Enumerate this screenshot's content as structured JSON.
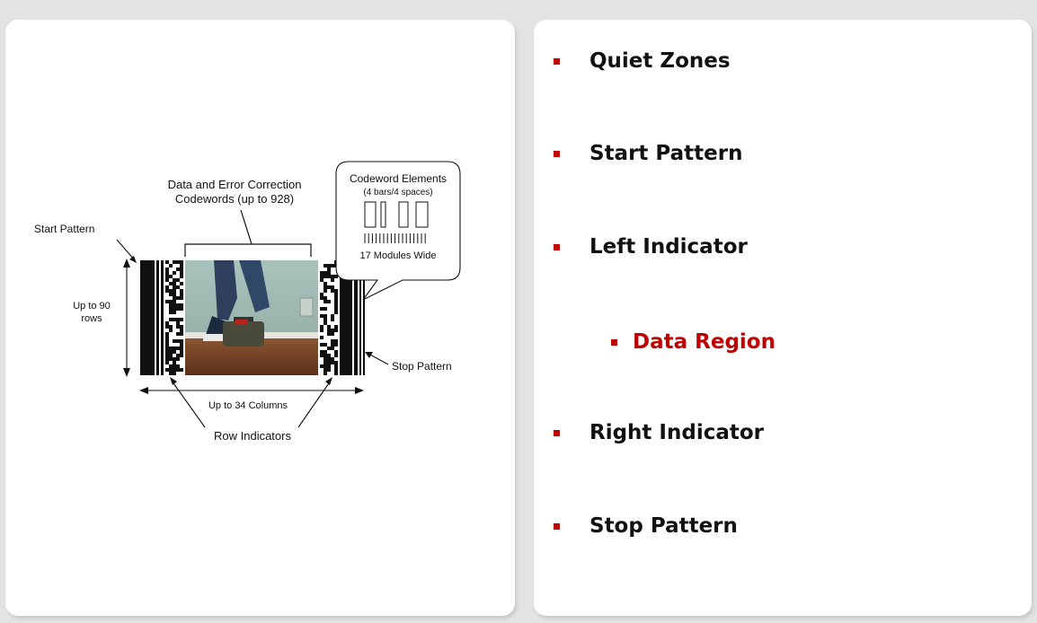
{
  "diagram": {
    "labels": {
      "data_codewords_line1": "Data and Error Correction",
      "data_codewords_line2": "Codewords (up to 928)",
      "start_pattern": "Start Pattern",
      "rows_line1": "Up to 90",
      "rows_line2": "rows",
      "columns": "Up to 34 Columns",
      "row_indicators": "Row Indicators",
      "stop_pattern": "Stop Pattern"
    },
    "callout": {
      "title": "Codeword Elements",
      "subtitle": "(4 bars/4 spaces)",
      "caption": "17 Modules Wide"
    },
    "colors": {
      "ink": "#111111",
      "photo_wall": "#9bb7b0",
      "photo_floor": "#6b3d22"
    }
  },
  "bullets": [
    {
      "label": "Quiet Zones",
      "level": 1
    },
    {
      "label": "Start Pattern",
      "level": 1
    },
    {
      "label": "Left Indicator",
      "level": 1
    },
    {
      "label": "Data Region",
      "level": 2
    },
    {
      "label": "Right Indicator",
      "level": 1
    },
    {
      "label": "Stop Pattern",
      "level": 1
    }
  ],
  "colors": {
    "accent": "#c00000",
    "background": "#e3e3e3",
    "panel": "#ffffff"
  }
}
